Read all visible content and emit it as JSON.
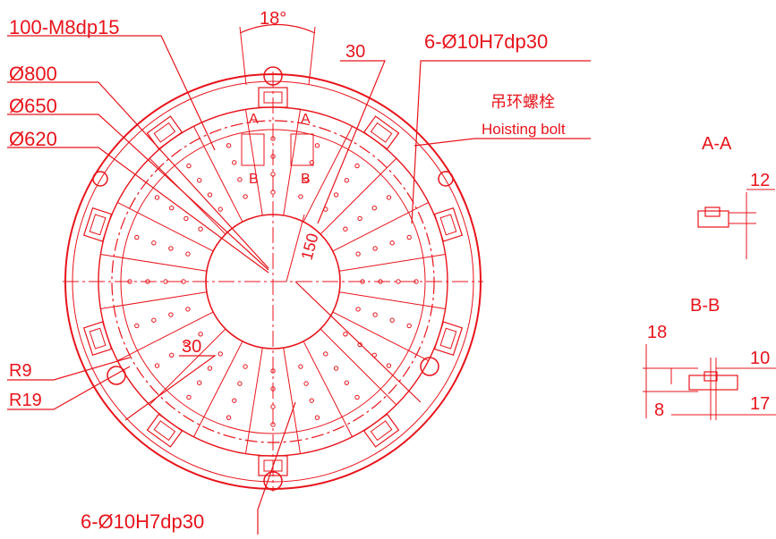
{
  "drawing": {
    "color": "#e8141c",
    "main_view": {
      "angle_label": "18°",
      "holes_label": "100-M8dp15",
      "dia_800": "Ø800",
      "dia_650": "Ø650",
      "dia_620": "Ø620",
      "dim_30_top": "30",
      "pin_holes_top": "6-Ø10H7dp30",
      "hoisting_bolt_cn": "吊环螺栓",
      "hoisting_bolt_en": "Hoisting bolt",
      "section_mark_a": "A",
      "section_mark_b": "B",
      "dim_150": "150",
      "dim_30_left": "30",
      "radius_9": "R9",
      "radius_19": "R19",
      "pin_holes_bottom": "6-Ø10H7dp30"
    },
    "section_a": {
      "title": "A-A",
      "dim_12": "12"
    },
    "section_b": {
      "title": "B-B",
      "dim_18": "18",
      "dim_10": "10",
      "dim_8": "8",
      "dim_17": "17"
    }
  }
}
